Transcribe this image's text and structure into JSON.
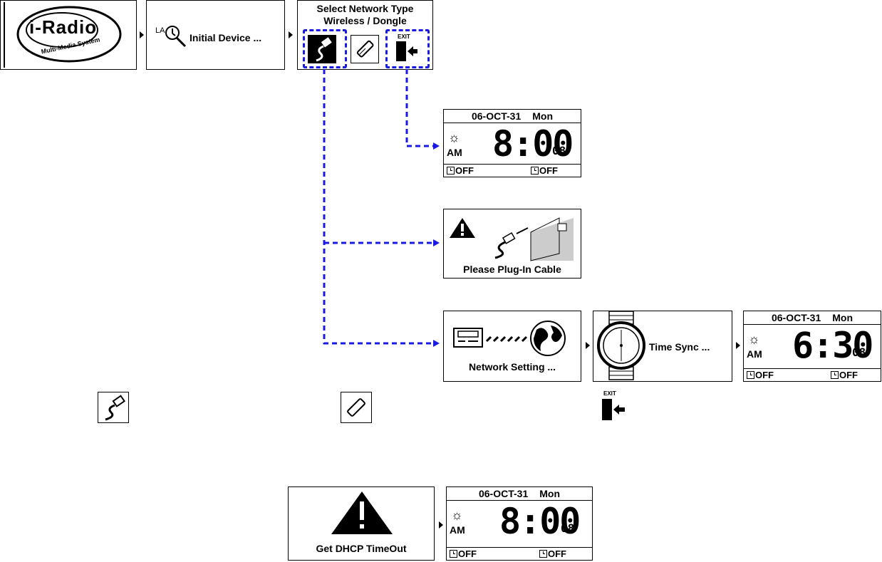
{
  "logo": {
    "brand": "i-Radio",
    "tagline": "Multi-Media System"
  },
  "initial_device": {
    "label": "Initial Device ...",
    "icon_text": "LA"
  },
  "select_network": {
    "title_line1": "Select Network Type",
    "title_line2": "Wireless / Dongle",
    "exit_text": "EXIT"
  },
  "clock_exit": {
    "date": "06-OCT-31",
    "day": "Mon",
    "ampm": "AM",
    "time": "8:00",
    "seconds": "08",
    "alarm1": "OFF",
    "alarm2": "OFF"
  },
  "plug_cable": {
    "caption": "Please Plug-In Cable"
  },
  "network_setting": {
    "caption": "Network Setting ..."
  },
  "time_sync": {
    "caption": "Time Sync ..."
  },
  "clock_synced": {
    "date": "06-OCT-31",
    "day": "Mon",
    "ampm": "AM",
    "time": "6:30",
    "seconds": "08",
    "alarm1": "OFF",
    "alarm2": "OFF"
  },
  "dhcp": {
    "caption": "Get DHCP TimeOut"
  },
  "clock_dhcp": {
    "date": "06-OCT-31",
    "day": "Mon",
    "ampm": "AM",
    "time": "8:00",
    "seconds": "08",
    "alarm1": "OFF",
    "alarm2": "OFF"
  },
  "colors": {
    "connector": "#1a1ae6",
    "ink": "#000000"
  },
  "legend_icons": [
    "ethernet-cable-icon",
    "usb-dongle-icon",
    "exit-door-icon"
  ]
}
